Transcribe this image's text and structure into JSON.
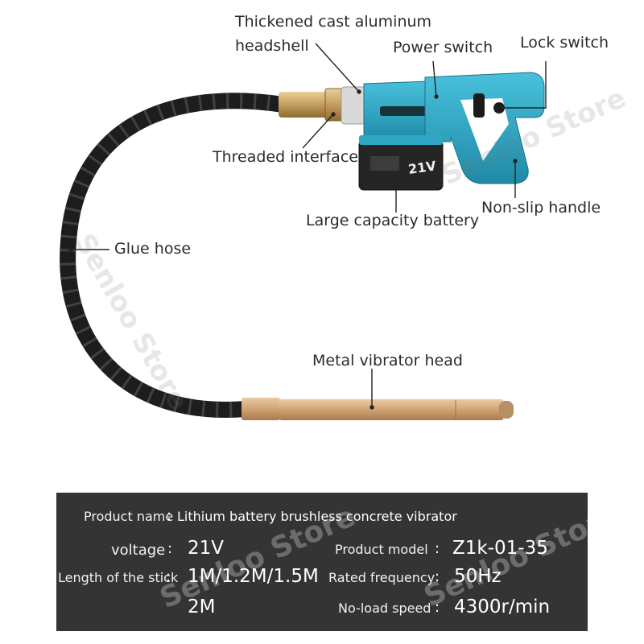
{
  "callouts": {
    "headshell_line1": "Thickened cast aluminum",
    "headshell_line2": "headshell",
    "power_switch": "Power switch",
    "lock_switch": "Lock switch",
    "threaded_interface": "Threaded interface",
    "non_slip_handle": "Non-slip handle",
    "battery": "Large capacity battery",
    "glue_hose": "Glue hose",
    "vibrator_head": "Metal vibrator head"
  },
  "battery_badge": "21V",
  "specs": {
    "product_name_label": "Product name",
    "product_name_value": "Lithium battery brushless concrete vibrator",
    "voltage_label": "voltage",
    "voltage_value": "21V",
    "model_label": "Product model",
    "model_value": "Z1k-01-35",
    "stick_label": "Length of the stick",
    "stick_value_line1": "1M/1.2M/1.5M",
    "stick_value_line2": "2M",
    "frequency_label": "Rated frequency",
    "frequency_value": "50Hz",
    "speed_label": "No-load speed",
    "speed_value": "4300r/min"
  },
  "colon": ":",
  "watermark": "Senloo Store",
  "colors": {
    "tool_body": "#2fa6c4",
    "hose": "#1f1f1f",
    "brass": "#c9a262",
    "battery": "#222222",
    "panel": "#343434"
  }
}
